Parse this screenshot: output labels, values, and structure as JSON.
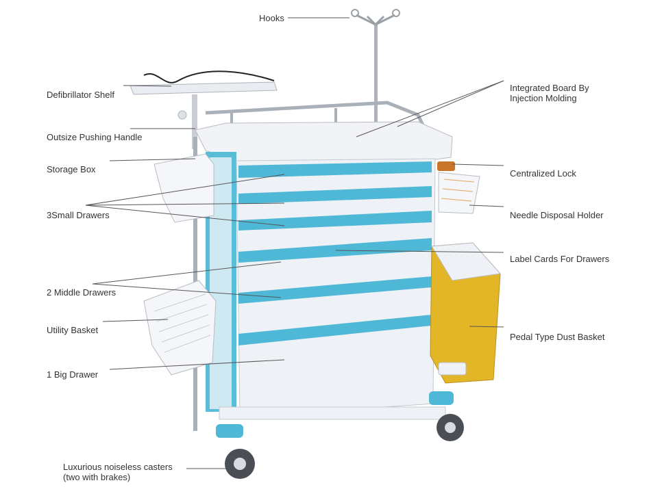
{
  "labels": {
    "hooks": "Hooks",
    "defibrillator_shelf": "Defibrillator Shelf",
    "pushing_handle": "Outsize Pushing Handle",
    "storage_box": "Storage Box",
    "small_drawers": "3Small Drawers",
    "middle_drawers": "2 Middle Drawers",
    "utility_basket": "Utility Basket",
    "big_drawer": "1 Big Drawer",
    "casters_line1": "Luxurious noiseless casters",
    "casters_line2": "(two with brakes)",
    "integrated_board_line1": "Integrated Board By",
    "integrated_board_line2": "Injection Molding",
    "centralized_lock": "Centralized Lock",
    "needle_holder": "Needle Disposal Holder",
    "label_cards": "Label Cards For Drawers",
    "dust_basket": "Pedal Type Dust Basket"
  },
  "colors": {
    "accent_blue": "#4fb8d6",
    "drawer_white": "#eef1f6",
    "dust_yellow": "#e3b628",
    "leader_line": "#555555",
    "text": "#333333"
  }
}
